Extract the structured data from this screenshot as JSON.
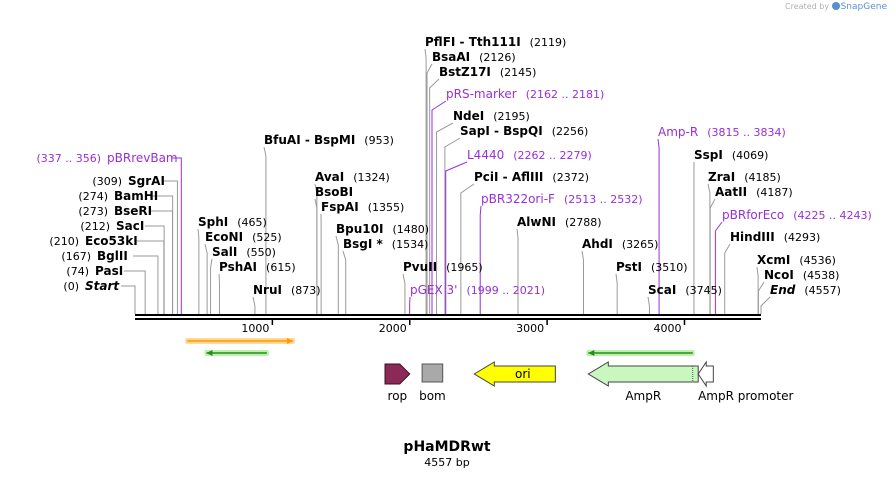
{
  "credit": {
    "prefix": "Created by",
    "brand": "SnapGene"
  },
  "plasmid": {
    "name": "pHaMDRwt",
    "length_label": "4557 bp",
    "length": 4557
  },
  "colors": {
    "site": "#000000",
    "primer": "#9a2fd6",
    "tick_line": "#9a9a9a",
    "rop": "#8b2a56",
    "bom": "#a9a9a9",
    "ori": "#ffff00",
    "ampr": "#c8f7c0",
    "primer_arrow_orange": "#ff9900",
    "primer_arrow_green": "#2a8a20"
  },
  "left_labels": [
    {
      "pos": 337,
      "coord": "(337 .. 356)",
      "name": "pBRrevBam",
      "primer": true
    },
    {
      "pos": 309,
      "coord": "(309)",
      "name": "SgrAI"
    },
    {
      "pos": 274,
      "coord": "(274)",
      "name": "BamHI"
    },
    {
      "pos": 273,
      "coord": "(273)",
      "name": "BseRI"
    },
    {
      "pos": 212,
      "coord": "(212)",
      "name": "SacI"
    },
    {
      "pos": 210,
      "coord": "(210)",
      "name": "Eco53kI"
    },
    {
      "pos": 167,
      "coord": "(167)",
      "name": "BglII"
    },
    {
      "pos": 74,
      "coord": "(74)",
      "name": "PasI"
    },
    {
      "pos": 0,
      "coord": "(0)",
      "name": "Start",
      "italic": true
    }
  ],
  "right_labels": [
    {
      "pos": 2119,
      "name": "PflFI  - Tth111I",
      "coord": "(2119)"
    },
    {
      "pos": 2126,
      "name": "BsaAI",
      "coord": "(2126)"
    },
    {
      "pos": 2145,
      "name": "BstZ17I",
      "coord": "(2145)"
    },
    {
      "pos": 2162,
      "name": "pRS-marker",
      "coord": "(2162 .. 2181)",
      "primer": true
    },
    {
      "pos": 2195,
      "name": "NdeI",
      "coord": "(2195)"
    },
    {
      "pos": 2256,
      "name": "SapI  - BspQI",
      "coord": "(2256)"
    },
    {
      "pos": 953,
      "name": "BfuAI  - BspMI",
      "coord": "(953)"
    },
    {
      "pos": 2262,
      "name": "L4440",
      "coord": "(2262 .. 2279)",
      "primer": true
    },
    {
      "pos": 1324,
      "name": "AvaI",
      "coord": "(1324)"
    },
    {
      "pos": 2372,
      "name": "PciI  - AflIII",
      "coord": "(2372)"
    },
    {
      "pos": 1324,
      "name": "BsoBI",
      "coord": ""
    },
    {
      "pos": 1355,
      "name": "FspAI",
      "coord": "(1355)"
    },
    {
      "pos": 2513,
      "name": "pBR322ori-F",
      "coord": "(2513 .. 2532)",
      "primer": true
    },
    {
      "pos": 465,
      "name": "SphI",
      "coord": "(465)"
    },
    {
      "pos": 2788,
      "name": "AlwNI",
      "coord": "(2788)"
    },
    {
      "pos": 1480,
      "name": "Bpu10I",
      "coord": "(1480)"
    },
    {
      "pos": 525,
      "name": "EcoNI",
      "coord": "(525)"
    },
    {
      "pos": 1534,
      "name": "BsgI *",
      "coord": "(1534)"
    },
    {
      "pos": 3265,
      "name": "AhdI",
      "coord": "(3265)"
    },
    {
      "pos": 550,
      "name": "SalI",
      "coord": "(550)"
    },
    {
      "pos": 615,
      "name": "PshAI",
      "coord": "(615)"
    },
    {
      "pos": 1965,
      "name": "PvuII",
      "coord": "(1965)"
    },
    {
      "pos": 3510,
      "name": "PstI",
      "coord": "(3510)"
    },
    {
      "pos": 873,
      "name": "NruI",
      "coord": "(873)"
    },
    {
      "pos": 1999,
      "name": "pGEX 3'",
      "coord": "(1999 .. 2021)",
      "primer": true
    },
    {
      "pos": 3745,
      "name": "ScaI",
      "coord": "(3745)"
    },
    {
      "pos": 3815,
      "name": "Amp-R",
      "coord": "(3815 .. 3834)",
      "primer": true
    },
    {
      "pos": 4069,
      "name": "SspI",
      "coord": "(4069)"
    },
    {
      "pos": 4185,
      "name": "ZraI",
      "coord": "(4185)"
    },
    {
      "pos": 4187,
      "name": "AatII",
      "coord": "(4187)"
    },
    {
      "pos": 4225,
      "name": "pBRforEco",
      "coord": "(4225 .. 4243)",
      "primer": true
    },
    {
      "pos": 4293,
      "name": "HindIII",
      "coord": "(4293)"
    },
    {
      "pos": 4536,
      "name": "XcmI",
      "coord": "(4536)"
    },
    {
      "pos": 4538,
      "name": "NcoI",
      "coord": "(4538)"
    },
    {
      "pos": 4557,
      "name": "End",
      "coord": "(4557)",
      "italic": true
    }
  ],
  "ruler_ticks": [
    1000,
    2000,
    3000,
    4000
  ],
  "features": [
    {
      "name": "rop",
      "label": "rop",
      "type": "arrow-right",
      "start": 1820,
      "end": 2000
    },
    {
      "name": "bom",
      "label": "bom",
      "type": "box",
      "start": 2090,
      "end": 2240
    },
    {
      "name": "ori",
      "label": "ori",
      "type": "arrow-left",
      "start": 2470,
      "end": 3060,
      "inside_label": true
    },
    {
      "name": "AmpR",
      "label": "AmpR",
      "type": "arrow-left",
      "start": 3300,
      "end": 4100
    },
    {
      "name": "AmpR promoter",
      "label": "AmpR promoter",
      "type": "arrow-left",
      "start": 4100,
      "end": 4210
    }
  ],
  "primer_arrows": [
    {
      "name": "orange-primer",
      "start": 380,
      "end": 1150,
      "dir": "right",
      "color": "orange"
    },
    {
      "name": "green-primer-left",
      "start": 520,
      "end": 960,
      "dir": "left",
      "color": "green"
    },
    {
      "name": "green-primer-right",
      "start": 3300,
      "end": 4060,
      "dir": "left",
      "color": "green"
    }
  ]
}
